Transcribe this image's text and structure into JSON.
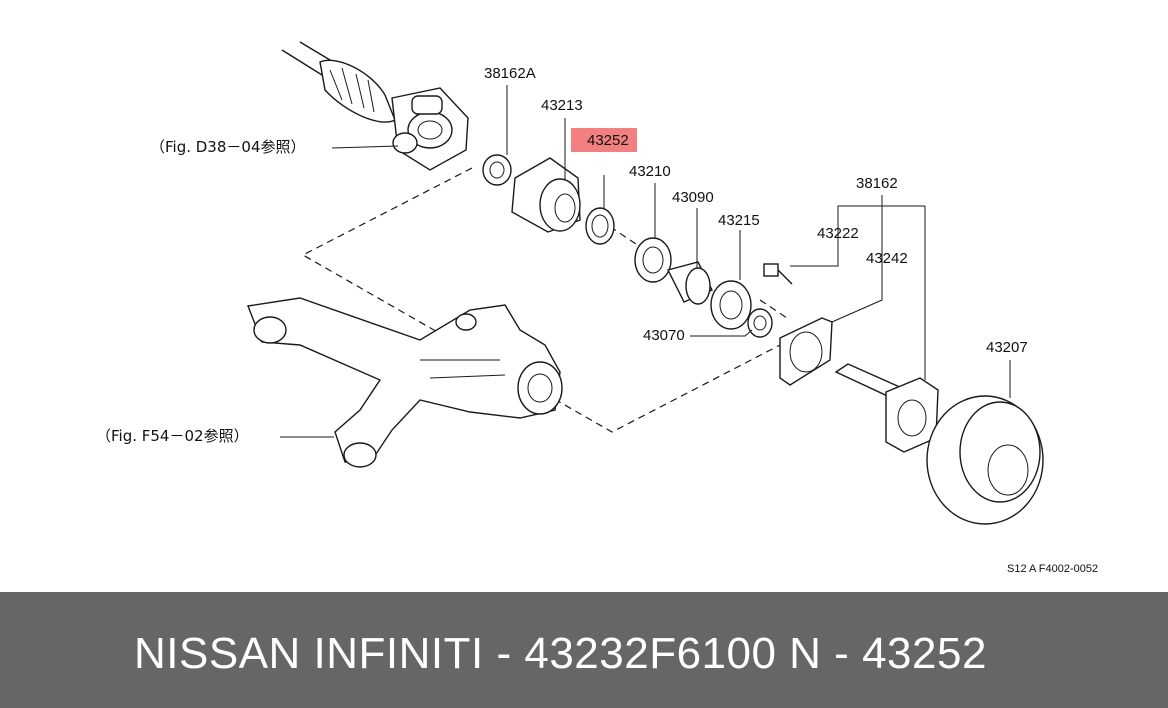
{
  "diagram": {
    "labels": {
      "p38162A": "38162A",
      "p43213": "43213",
      "p43252": "43252",
      "p43210": "43210",
      "p43090": "43090",
      "p43215": "43215",
      "p38162": "38162",
      "p43222": "43222",
      "p43242": "43242",
      "p43070": "43070",
      "p43207": "43207"
    },
    "references": {
      "drive_shaft": "（Fig. D38－04参照）",
      "suspension_arm": "（Fig. F54－02参照）"
    },
    "highlighted_part": "43252",
    "highlight_color": "#f38080",
    "drawing_code": "S12 A  F4002-0052"
  },
  "footer": {
    "title": "NISSAN  INFINITI - 43232F6100     N - 43252",
    "background": "#666666",
    "text_color": "#ffffff"
  }
}
